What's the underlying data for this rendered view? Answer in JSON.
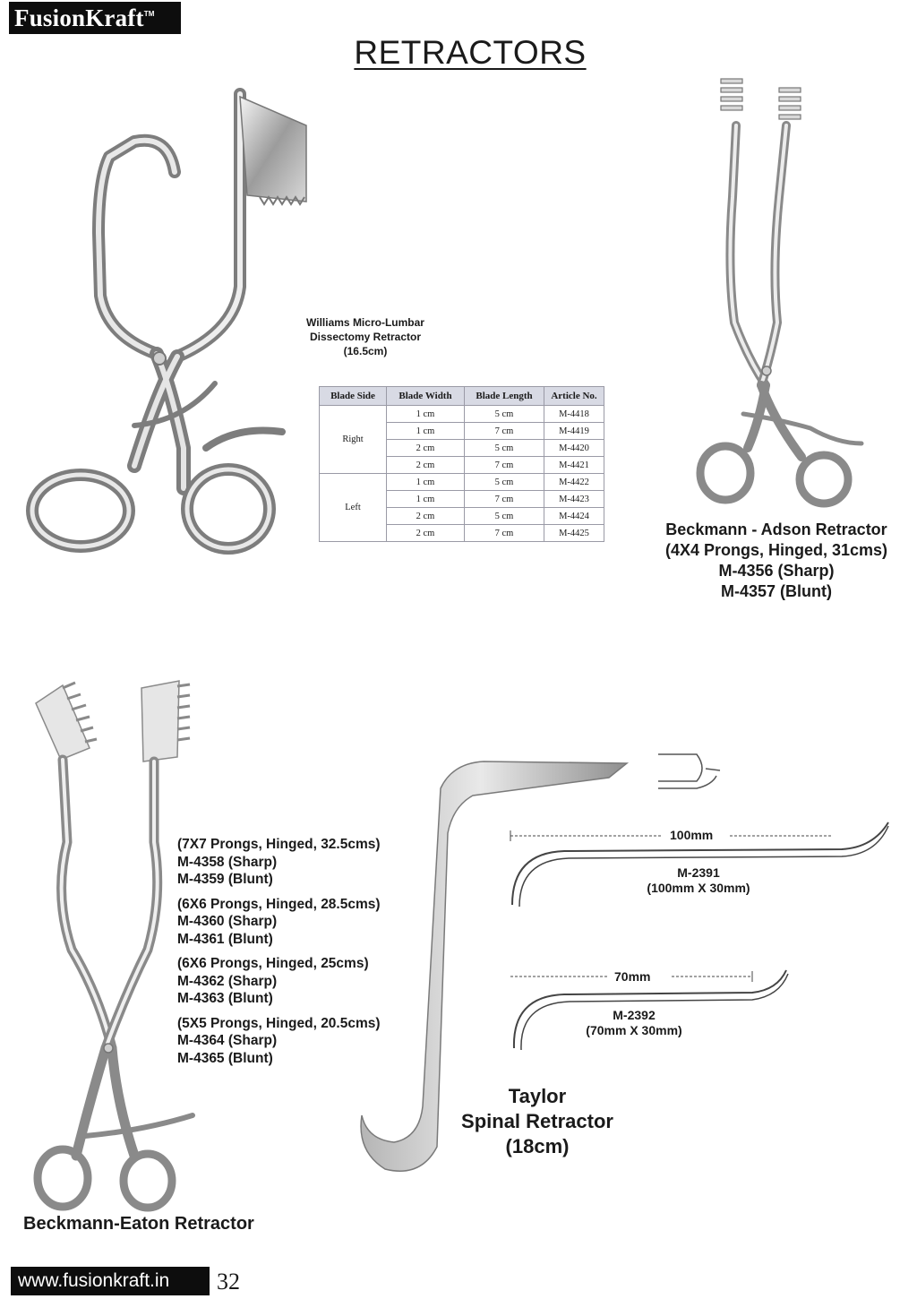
{
  "brand": {
    "name": "FusionKraft",
    "tm": "TM"
  },
  "page_title": "RETRACTORS",
  "williams": {
    "caption_line1": "Williams Micro-Lumbar",
    "caption_line2": "Dissectomy Retractor",
    "caption_line3": "(16.5cm)",
    "table": {
      "headers": [
        "Blade Side",
        "Blade Width",
        "Blade Length",
        "Article No."
      ],
      "groups": [
        {
          "side": "Right",
          "rows": [
            [
              "1 cm",
              "5 cm",
              "M-4418"
            ],
            [
              "1 cm",
              "7 cm",
              "M-4419"
            ],
            [
              "2 cm",
              "5 cm",
              "M-4420"
            ],
            [
              "2 cm",
              "7 cm",
              "M-4421"
            ]
          ]
        },
        {
          "side": "Left",
          "rows": [
            [
              "1 cm",
              "5 cm",
              "M-4422"
            ],
            [
              "1 cm",
              "7 cm",
              "M-4423"
            ],
            [
              "2 cm",
              "5 cm",
              "M-4424"
            ],
            [
              "2 cm",
              "7 cm",
              "M-4425"
            ]
          ]
        }
      ]
    }
  },
  "adson": {
    "line1": "Beckmann - Adson Retractor",
    "line2": "(4X4 Prongs, Hinged, 31cms)",
    "line3": "M-4356 (Sharp)",
    "line4": "M-4357 (Blunt)"
  },
  "eaton": {
    "name": "Beckmann-Eaton Retractor",
    "groups": [
      {
        "spec": "(7X7 Prongs, Hinged, 32.5cms)",
        "sharp": "M-4358 (Sharp)",
        "blunt": "M-4359 (Blunt)"
      },
      {
        "spec": "(6X6 Prongs, Hinged, 28.5cms)",
        "sharp": "M-4360 (Sharp)",
        "blunt": "M-4361 (Blunt)"
      },
      {
        "spec": "(6X6 Prongs, Hinged, 25cms)",
        "sharp": "M-4362 (Sharp)",
        "blunt": "M-4363 (Blunt)"
      },
      {
        "spec": "(5X5 Prongs, Hinged, 20.5cms)",
        "sharp": "M-4364 (Sharp)",
        "blunt": "M-4365 (Blunt)"
      }
    ]
  },
  "taylor": {
    "line1": "Taylor",
    "line2": "Spinal Retractor",
    "line3": "(18cm)",
    "variants": [
      {
        "length": "100mm",
        "code": "M-2391",
        "size": "(100mm X 30mm)"
      },
      {
        "length": "70mm",
        "code": "M-2392",
        "size": "(70mm X 30mm)"
      }
    ]
  },
  "footer": {
    "url": "www.fusionkraft.in",
    "page": "32"
  }
}
